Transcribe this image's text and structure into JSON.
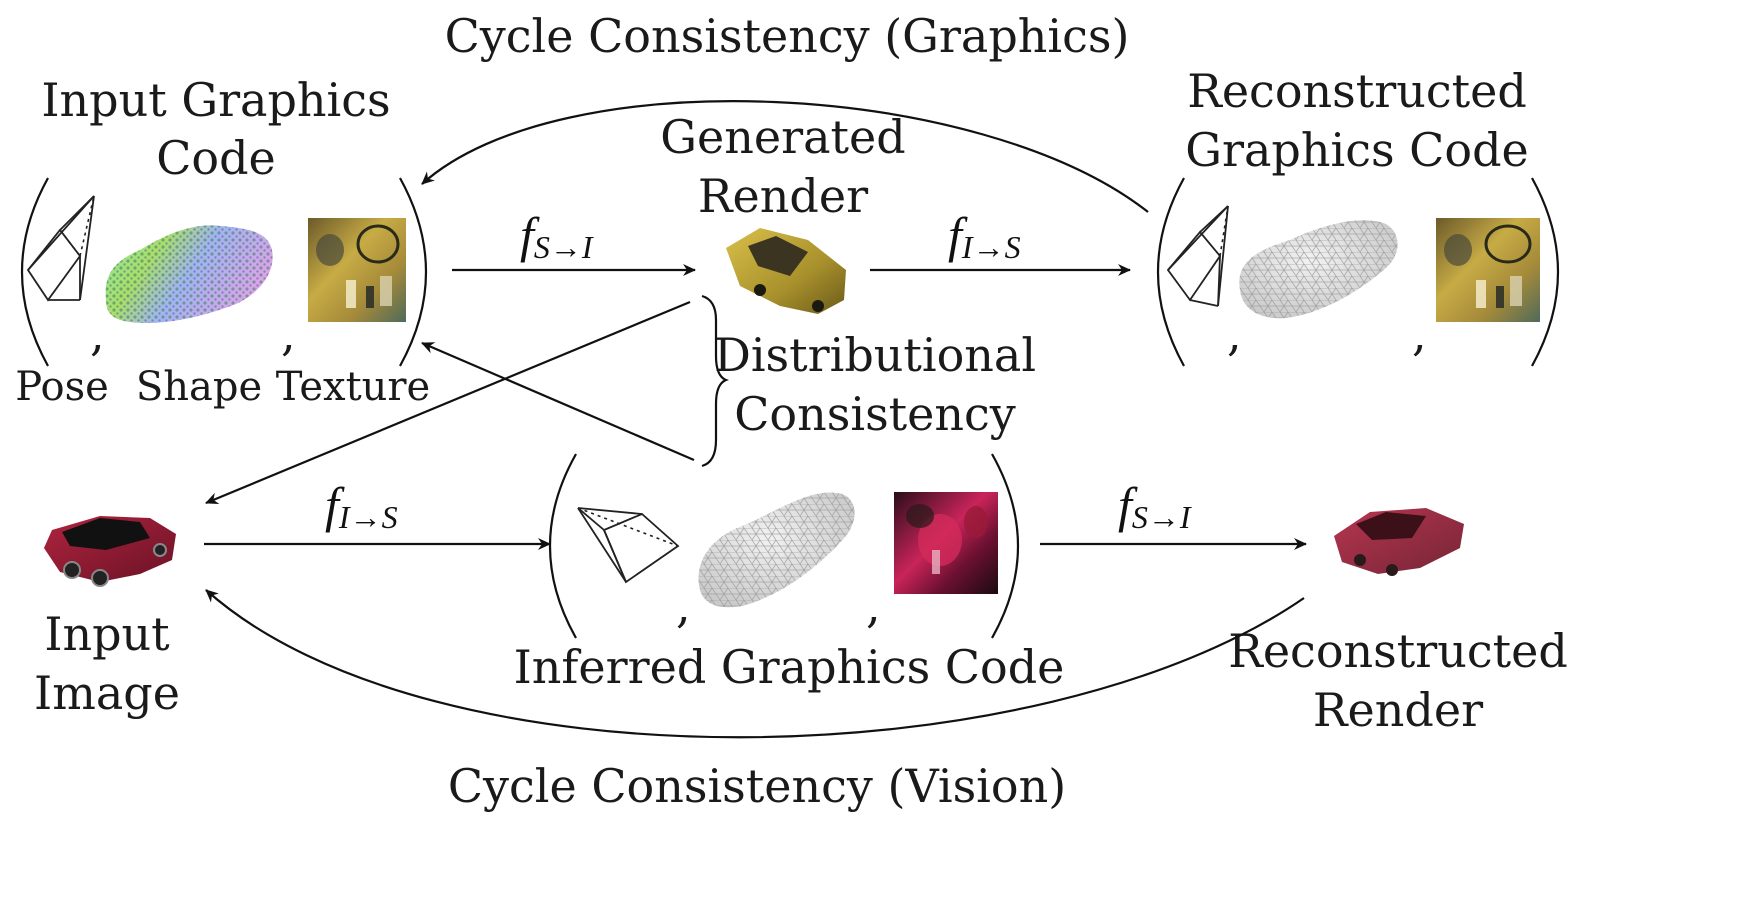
{
  "title_top": "Cycle Consistency (Graphics)",
  "title_bottom": "Cycle Consistency (Vision)",
  "input_graphics_code": {
    "line1": "Input Graphics",
    "line2": "Code",
    "pose": "Pose",
    "shape": "Shape",
    "texture": "Texture"
  },
  "generated_render": {
    "line1": "Generated",
    "line2": "Render"
  },
  "reconstructed_graphics_code": {
    "line1": "Reconstructed",
    "line2": "Graphics Code"
  },
  "distributional": {
    "line1": "Distributional",
    "line2": "Consistency"
  },
  "input_image": {
    "line1": "Input",
    "line2": "Image"
  },
  "inferred_graphics_code": "Inferred Graphics Code",
  "reconstructed_render": {
    "line1": "Reconstructed",
    "line2": "Render"
  },
  "arrows": {
    "s_to_i": {
      "f": "f",
      "sub": "S→I"
    },
    "i_to_s": {
      "f": "f",
      "sub": "I→S"
    }
  },
  "separator": ",",
  "colors": {
    "ink": "#111111",
    "car_yellow": "#b39a2a",
    "car_red": "#8e1b38",
    "car_red_light": "#b0243f",
    "mesh_gray": "#d8d8d8",
    "texture_gold": "#a58a3a",
    "texture_red": "#7a1a3a"
  },
  "icons": [
    "camera-frustum-icon",
    "point-cloud-car-icon",
    "mesh-car-icon",
    "texture-map-icon",
    "rendered-car-icon"
  ]
}
